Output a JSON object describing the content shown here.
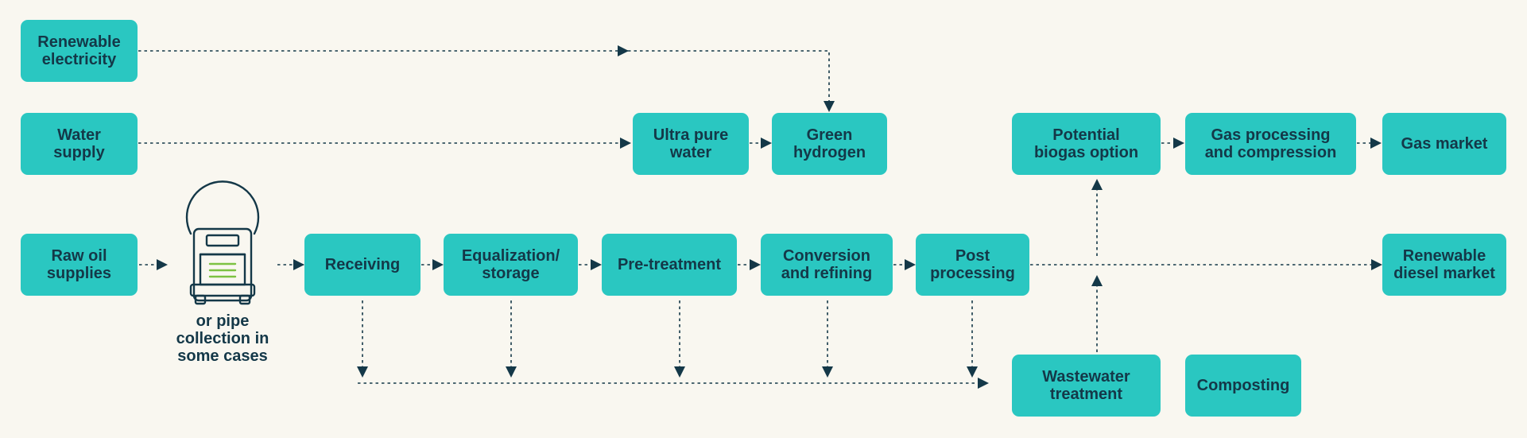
{
  "nodes": {
    "renewable_electricity": "Renewable\nelectricity",
    "water_supply": "Water\nsupply",
    "raw_oil_supplies": "Raw oil\nsupplies",
    "ultra_pure_water": "Ultra pure\nwater",
    "green_hydrogen": "Green\nhydrogen",
    "receiving": "Receiving",
    "equalization_storage": "Equalization/\nstorage",
    "pre_treatment": "Pre-treatment",
    "conversion_refining": "Conversion\nand refining",
    "post_processing": "Post\nprocessing",
    "potential_biogas": "Potential\nbiogas option",
    "gas_processing": "Gas processing\nand compression",
    "gas_market": "Gas market",
    "renewable_diesel_market": "Renewable\ndiesel market",
    "wastewater_treatment": "Wastewater\ntreatment",
    "composting": "Composting"
  },
  "truck": {
    "icon": "truck-icon",
    "caption": "or pipe\ncollection in\nsome cases"
  },
  "colors": {
    "background": "#f9f7f0",
    "node_fill": "#2ac7c1",
    "text": "#143848",
    "line": "#143848",
    "truck_accent": "#7cc242"
  }
}
